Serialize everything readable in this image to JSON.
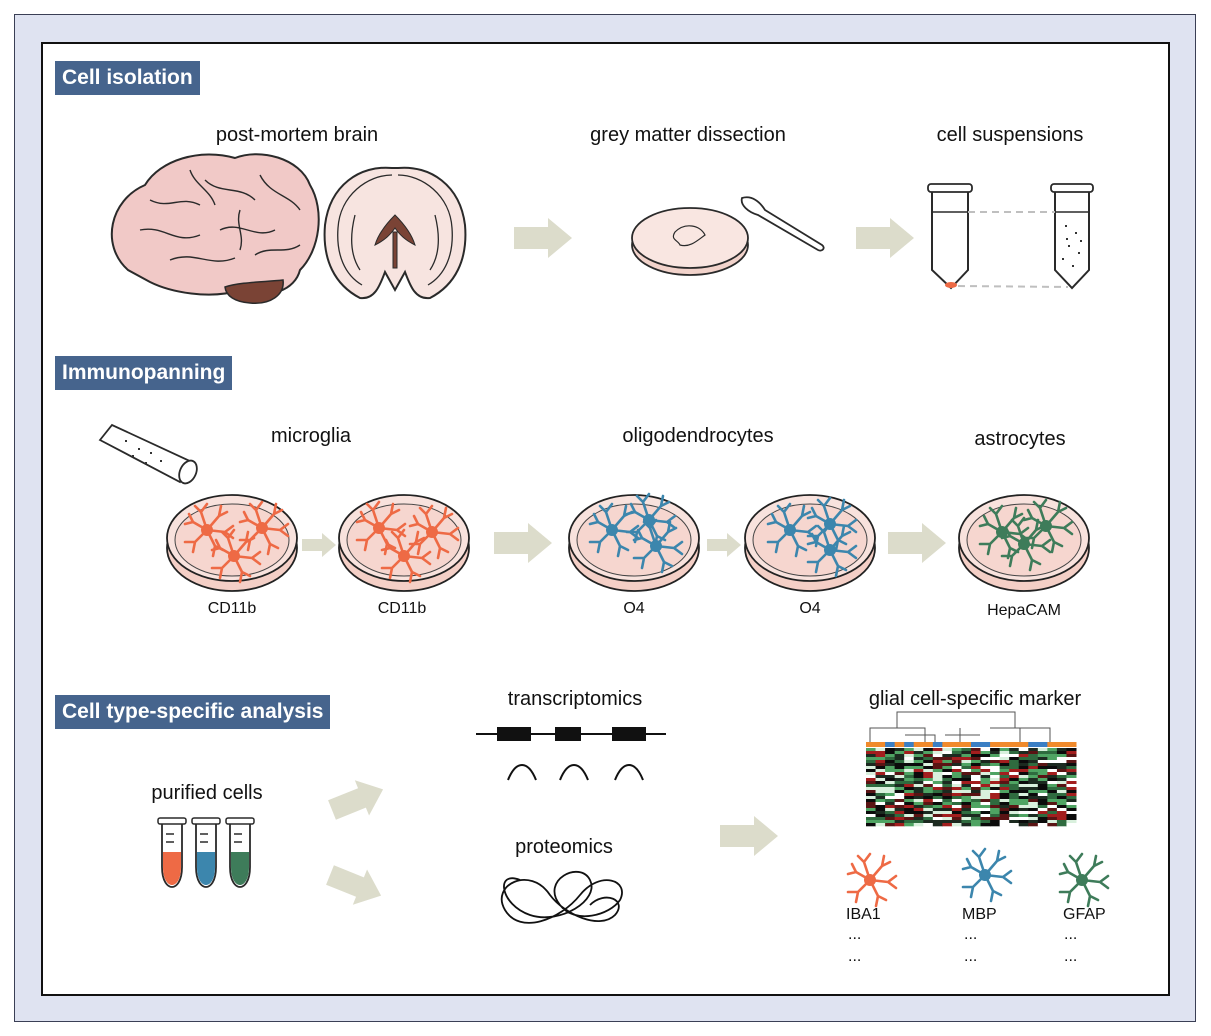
{
  "sections": {
    "cell_isolation": "Cell isolation",
    "immunopanning": "Immunopanning",
    "analysis": "Cell type-specific analysis"
  },
  "isolation": {
    "post_mortem_brain": "post-mortem brain",
    "grey_matter_dissection": "grey matter dissection",
    "cell_suspensions": "cell suspensions"
  },
  "panning": {
    "microglia": "microglia",
    "oligodendrocytes": "oligodendrocytes",
    "astrocytes": "astrocytes",
    "dish_markers": [
      "CD11b",
      "CD11b",
      "O4",
      "O4",
      "HepaCAM"
    ]
  },
  "analysis": {
    "purified_cells": "purified cells",
    "transcriptomics": "transcriptomics",
    "proteomics": "proteomics",
    "glial_marker": "glial cell-specific marker",
    "markers": [
      {
        "name": "IBA1",
        "dots1": "...",
        "dots2": "..."
      },
      {
        "name": "MBP",
        "dots1": "...",
        "dots2": "..."
      },
      {
        "name": "GFAP",
        "dots1": "...",
        "dots2": "..."
      }
    ]
  },
  "colors": {
    "microglia": "#ee6a45",
    "oligodendrocyte": "#3c86ad",
    "astrocyte": "#3e7c5a",
    "section_header": "#46648d",
    "arrow": "#dcdccb",
    "dish_fill": "#f6d6cf"
  }
}
